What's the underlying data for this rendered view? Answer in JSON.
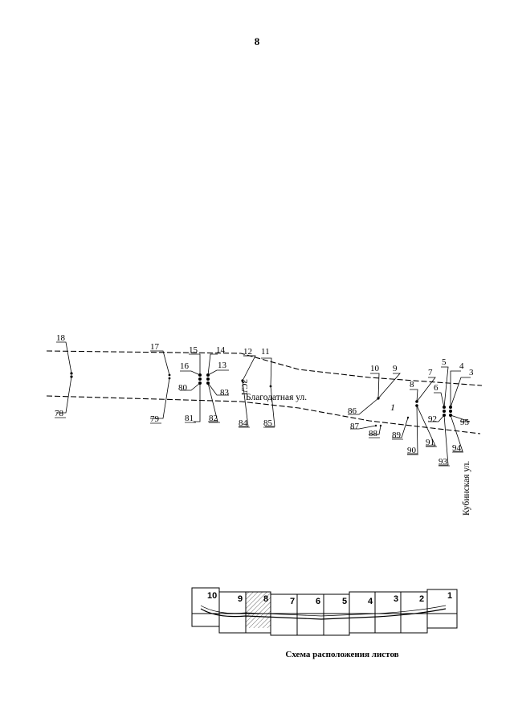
{
  "page": {
    "number": "8"
  },
  "streets": {
    "main": "Благодатная ул.",
    "cross": "Кубинская ул.",
    "cross_label": "ЗСЛ"
  },
  "zone_label": "1",
  "top_points": [
    "18",
    "17",
    "16",
    "15",
    "14",
    "13",
    "12",
    "11",
    "10",
    "9",
    "8",
    "7",
    "6",
    "5",
    "4",
    "3"
  ],
  "bottom_points": [
    "78",
    "79",
    "80",
    "81",
    "82",
    "83",
    "84",
    "85",
    "86",
    "87",
    "88",
    "89",
    "90",
    "91",
    "92",
    "93",
    "94",
    "95"
  ],
  "sheet_scheme": {
    "caption": "Схема расположения листов",
    "sheets": [
      "10",
      "9",
      "8",
      "7",
      "6",
      "5",
      "4",
      "3",
      "2",
      "1"
    ],
    "highlighted_sheet": "8"
  }
}
